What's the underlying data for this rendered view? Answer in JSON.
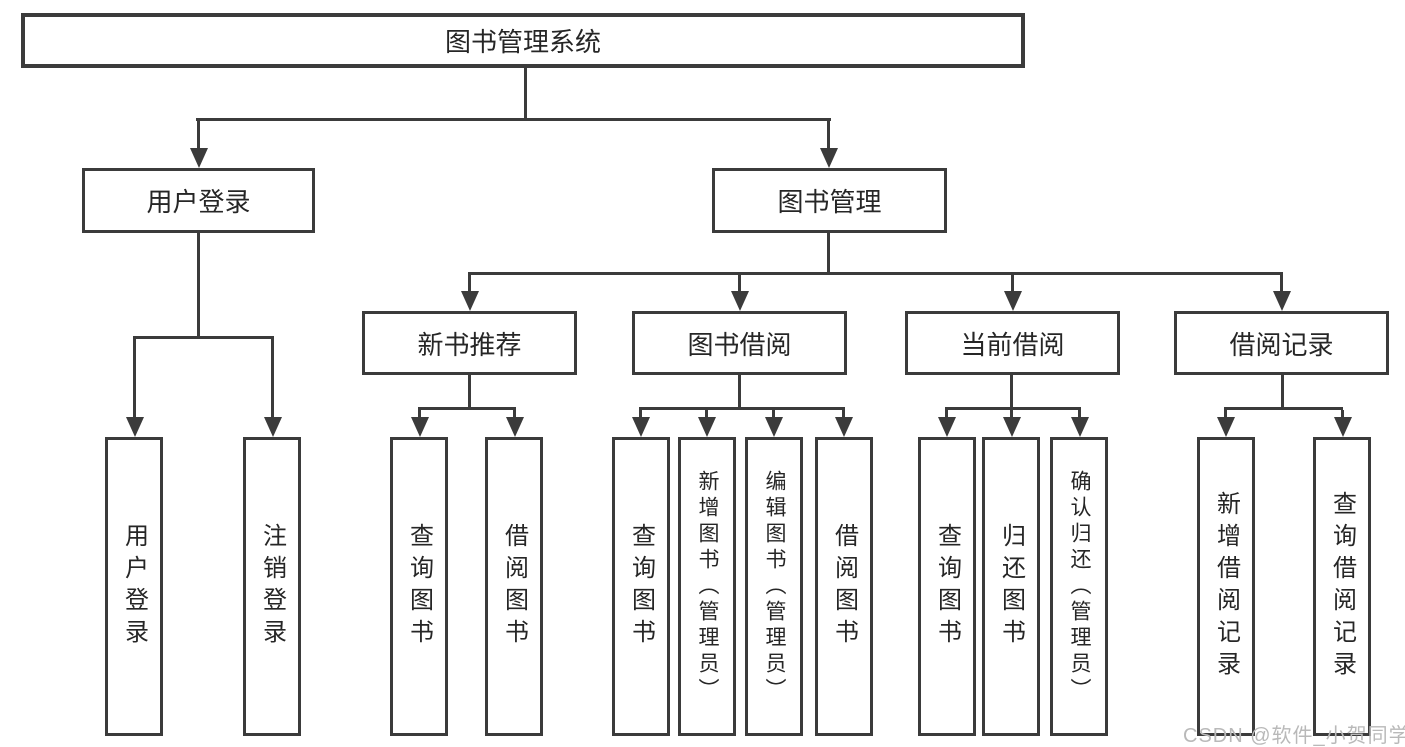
{
  "colors": {
    "line": "#3b3b3b",
    "text": "#262626",
    "bg": "#ffffff",
    "watermark": "#b9b9b9"
  },
  "nodes": {
    "root": "图书管理系统",
    "user_login": "用户登录",
    "book_mgmt": "图书管理",
    "new_book_rec": "新书推荐",
    "book_borrow": "图书借阅",
    "current_borrow": "当前借阅",
    "borrow_record": "借阅记录",
    "leaf_user_login": "用户登录",
    "leaf_logout": "注销登录",
    "leaf_rec_query": "查询图书",
    "leaf_rec_borrow": "借阅图书",
    "leaf_bb_query": "查询图书",
    "leaf_bb_add": "新增图书（管理员）",
    "leaf_bb_edit": "编辑图书（管理员）",
    "leaf_bb_borrow": "借阅图书",
    "leaf_cb_query": "查询图书",
    "leaf_cb_return": "归还图书",
    "leaf_cb_confirm": "确认归还（管理员）",
    "leaf_br_add": "新增借阅记录",
    "leaf_br_query": "查询借阅记录"
  },
  "watermark": "CSDN @软件_小贺同学"
}
